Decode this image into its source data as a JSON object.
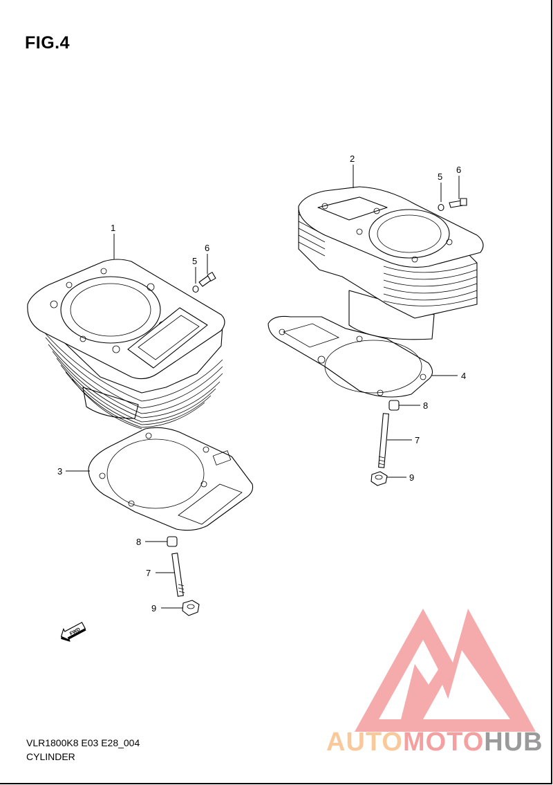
{
  "header": {
    "figure_title": "FIG.4"
  },
  "footer": {
    "model_code": "VLR1800K8 E03 E28_004",
    "section_name": "CYLINDER"
  },
  "fwd_label": "FWD",
  "callouts": {
    "c1": "1",
    "c2": "2",
    "c3": "3",
    "c4": "4",
    "c5a": "5",
    "c5b": "5",
    "c6a": "6",
    "c6b": "6",
    "c7a": "7",
    "c7b": "7",
    "c8a": "8",
    "c8b": "8",
    "c9a": "9",
    "c9b": "9"
  },
  "watermark": {
    "part1": "AUTO",
    "part2": "MOTO",
    "part3": "HUB",
    "colors": {
      "auto": "#f9c89b",
      "moto": "#f5a0a0",
      "hub": "#9a9a9a",
      "logo": "#f4a6a6"
    }
  }
}
